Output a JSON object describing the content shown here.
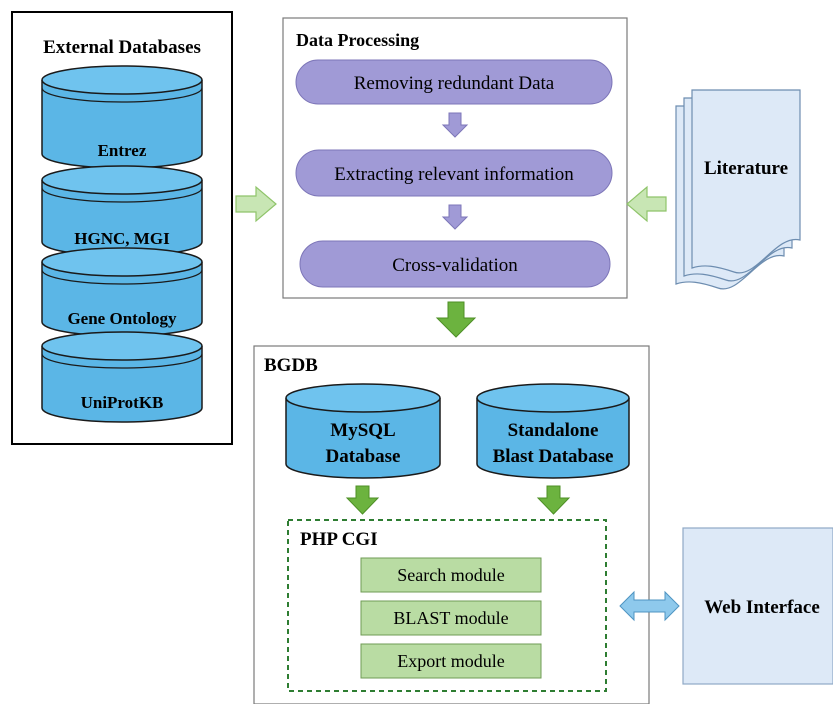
{
  "external_databases": {
    "title": "External Databases",
    "items": [
      "Entrez",
      "HGNC, MGI",
      "Gene Ontology",
      "UniProtKB"
    ]
  },
  "data_processing": {
    "title": "Data Processing",
    "steps": [
      "Removing redundant Data",
      "Extracting relevant information",
      "Cross-validation"
    ]
  },
  "literature": {
    "label": "Literature"
  },
  "bgdb": {
    "title": "BGDB",
    "mysql": {
      "line1": "MySQL",
      "line2": "Database"
    },
    "blast_db": {
      "line1": "Standalone",
      "line2": "Blast Database"
    }
  },
  "php_cgi": {
    "title": "PHP CGI",
    "modules": [
      "Search module",
      "BLAST module",
      "Export module"
    ]
  },
  "web_interface": {
    "label": "Web Interface"
  },
  "colors": {
    "cylinder_fill": "#5bb6e6",
    "cylinder_top": "#6fc3ee",
    "step_fill": "#a09ad6",
    "module_fill": "#b9dca3",
    "arrow_green_light": "#c8e6b4",
    "arrow_green_dark": "#6cb33f",
    "arrow_blue": "#8ec9ec",
    "paper_fill": "#dde9f7",
    "web_fill": "#dde9f7"
  }
}
